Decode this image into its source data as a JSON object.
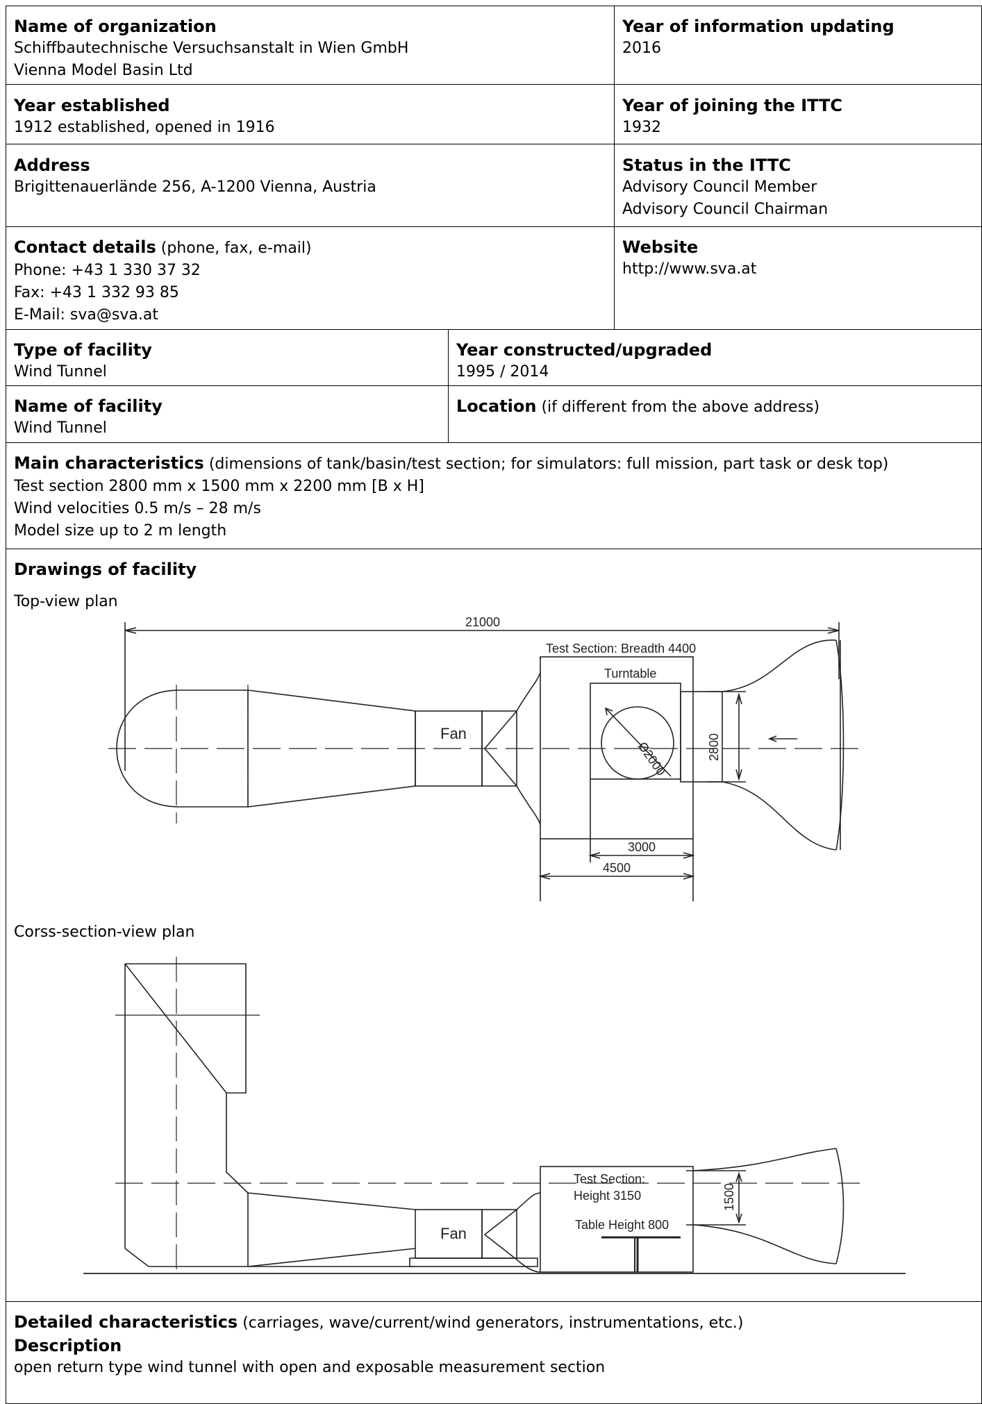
{
  "org": {
    "label": "Name of organization",
    "line1": "Schiffbautechnische Versuchsanstalt in Wien GmbH",
    "line2": "Vienna Model Basin Ltd"
  },
  "updating": {
    "label": "Year of information updating",
    "value": "2016"
  },
  "established": {
    "label": "Year established",
    "value": "1912 established, opened in 1916"
  },
  "joining": {
    "label": "Year of joining the ITTC",
    "value": "1932"
  },
  "address": {
    "label": "Address",
    "value": "Brigittenauerlände 256, A-1200 Vienna, Austria"
  },
  "status": {
    "label": "Status in the ITTC",
    "line1": "Advisory Council Member",
    "line2": "Advisory Council Chairman"
  },
  "contact": {
    "label": "Contact details",
    "note": " (phone, fax, e-mail)",
    "phone": "Phone: +43 1 330 37 32",
    "fax": "Fax: +43 1 332 93 85",
    "email": "E-Mail: sva@sva.at"
  },
  "website": {
    "label": "Website",
    "value": "http://www.sva.at"
  },
  "facility_type": {
    "label": "Type of facility",
    "value": "Wind Tunnel"
  },
  "constructed": {
    "label": "Year constructed/upgraded",
    "value": "1995 / 2014"
  },
  "facility_name": {
    "label": "Name of facility",
    "value": "Wind Tunnel"
  },
  "location": {
    "label": "Location",
    "note": " (if different from the above address)"
  },
  "main": {
    "label": "Main characteristics",
    "note": " (dimensions of tank/basin/test section; for simulators: full mission, part task or desk top)",
    "line1": "Test section 2800 mm x 1500 mm x 2200 mm [B x H]",
    "line2": "Wind velocities 0.5 m/s – 28 m/s",
    "line3": "Model size up to 2 m length"
  },
  "drawings": {
    "label": "Drawings of facility",
    "top_caption": "Top-view plan",
    "cross_caption": "Corss-section-view plan",
    "top": {
      "dim_length": "21000",
      "test_section": "Test Section: Breadth 4400",
      "turntable": "Turntable",
      "fan": "Fan",
      "diameter": "Ø2000",
      "dim_width": "2800",
      "dim_3000": "3000",
      "dim_4500": "4500"
    },
    "cross": {
      "fan": "Fan",
      "test_section_1": "Test Section:",
      "test_section_2": "Height 3150",
      "table_height": "Table Height 800",
      "dim_height": "1500"
    }
  },
  "detailed": {
    "label": "Detailed characteristics",
    "note": " (carriages, wave/current/wind generators, instrumentations, etc.)",
    "desc_label": "Description",
    "desc_value": "open return type wind tunnel with open and exposable measurement section"
  }
}
